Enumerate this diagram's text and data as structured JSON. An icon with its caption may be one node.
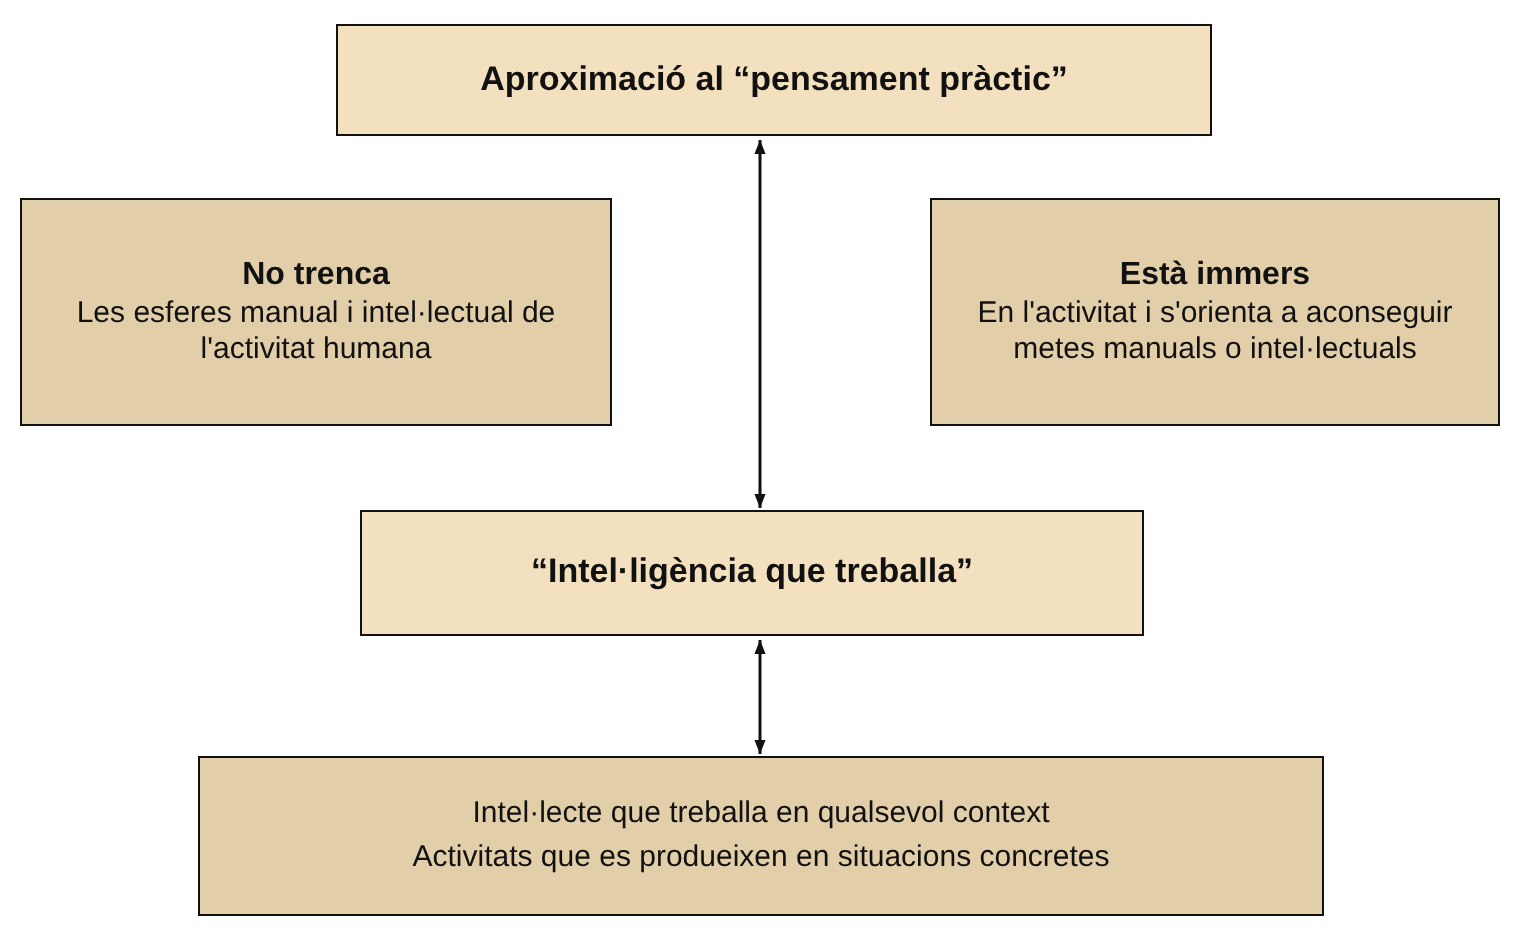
{
  "diagram": {
    "nodes": [
      {
        "text": [
          "Aproximació al “pensament pràctic”"
        ]
      },
      {
        "text": [
          "No trenca",
          "Les esferes manual i intel·lectual de l'activitat humana"
        ]
      },
      {
        "text": [
          "Està immers",
          "En l'activitat i s'orienta a aconseguir metes manuals o intel·lectuals"
        ]
      },
      {
        "text": [
          "“Intel·ligència que treballa”"
        ]
      },
      {
        "text": [
          "Intel·lecte que treballa en qualsevol context",
          "Activitats que es produeixen en situacions concretes"
        ]
      }
    ],
    "edges": [
      {
        "from": 0,
        "to": 3,
        "arrow": "both"
      },
      {
        "from": 3,
        "to": 4,
        "arrow": "both"
      }
    ]
  }
}
